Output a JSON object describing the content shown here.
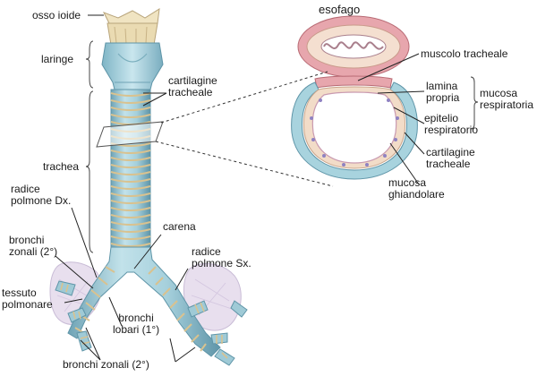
{
  "labels": {
    "osso_ioide": "osso ioide",
    "laringe": "laringe",
    "cartilagine_tracheale_left": [
      "cartilagine",
      "tracheale"
    ],
    "trachea": "trachea",
    "radice_polmone_dx": [
      "radice",
      "polmone Dx."
    ],
    "carena": "carena",
    "bronchi_zonali_left": [
      "bronchi",
      "zonali (2°)"
    ],
    "radice_polmone_sx": [
      "radice",
      "polmone Sx."
    ],
    "tessuto_polmonare": [
      "tessuto",
      "polmonare"
    ],
    "bronchi_lobari": [
      "bronchi",
      "lobari (1°)"
    ],
    "bronchi_zonali_bottom": "bronchi zonali (2°)",
    "esofago": "esofago",
    "muscolo_tracheale": "muscolo tracheale",
    "lamina_propria": [
      "lamina",
      "propria"
    ],
    "mucosa_respiratoria": [
      "mucosa",
      "respiratoria"
    ],
    "epitelio_respiratorio": [
      "epitelio",
      "respiratorio"
    ],
    "cartilagine_tracheale_right": [
      "cartilagine",
      "tracheale"
    ],
    "mucosa_ghiandolare": [
      "mucosa",
      "ghiandolare"
    ]
  },
  "colors": {
    "cartilage": "#a8d3de",
    "cartilage_dark": "#6fa9bb",
    "ring_tan": "#d9c28f",
    "esophagus_muscle": "#e9a2aa",
    "esophagus_lining": "#f5e3d2",
    "lung_tissue": "#e7dcec",
    "bone": "#f0e4c2",
    "leader_line": "#222222"
  }
}
